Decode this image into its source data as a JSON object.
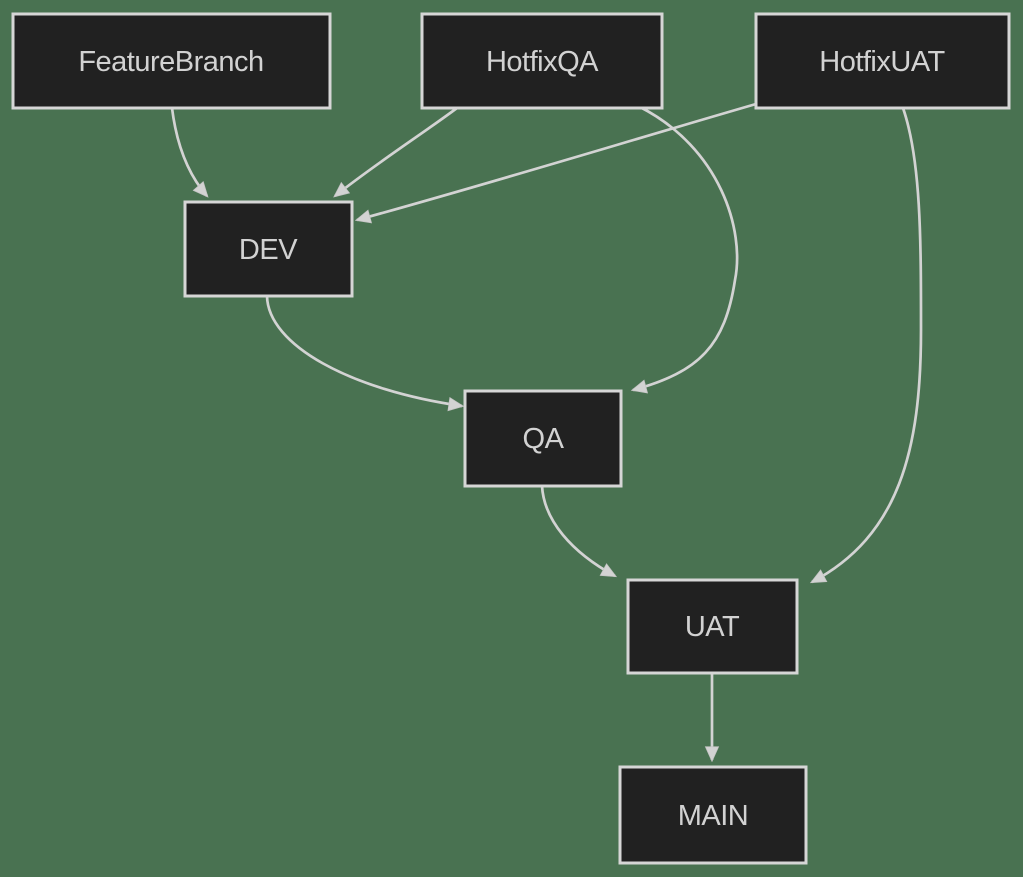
{
  "diagram": {
    "type": "flowchart",
    "direction": "top-down",
    "colors": {
      "background": "#497251",
      "node_fill": "#212121",
      "node_border": "#d6d6d6",
      "node_text": "#d2d2d2",
      "edge": "#d3d3d3"
    },
    "nodes": [
      {
        "id": "FeatureBranch",
        "label": "FeatureBranch"
      },
      {
        "id": "HotfixQA",
        "label": "HotfixQA"
      },
      {
        "id": "HotfixUAT",
        "label": "HotfixUAT"
      },
      {
        "id": "DEV",
        "label": "DEV"
      },
      {
        "id": "QA",
        "label": "QA"
      },
      {
        "id": "UAT",
        "label": "UAT"
      },
      {
        "id": "MAIN",
        "label": "MAIN"
      }
    ],
    "edges": [
      {
        "from": "FeatureBranch",
        "to": "DEV"
      },
      {
        "from": "HotfixQA",
        "to": "DEV"
      },
      {
        "from": "HotfixUAT",
        "to": "DEV"
      },
      {
        "from": "DEV",
        "to": "QA"
      },
      {
        "from": "HotfixQA",
        "to": "QA"
      },
      {
        "from": "QA",
        "to": "UAT"
      },
      {
        "from": "HotfixUAT",
        "to": "UAT"
      },
      {
        "from": "UAT",
        "to": "MAIN"
      }
    ]
  }
}
